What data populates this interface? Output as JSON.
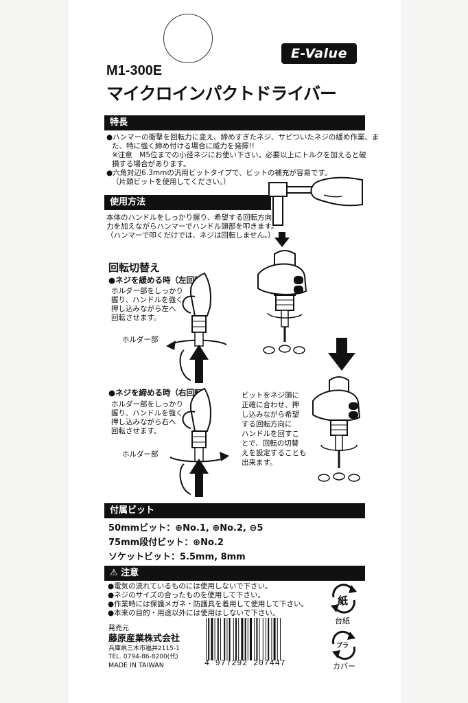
{
  "logo": "E-Value",
  "model": "M1-300E",
  "title": "マイクロインパクトドライバー",
  "features": {
    "heading": "特長",
    "lines": [
      "●ハンマーの衝撃を回転力に変え、締めすぎたネジ、サビついたネジの緩め作業、ま",
      "た、特に強く締め付ける場合に威力を発揮!!",
      "※注意　M5位までの小径ネジにお使い下さい。必要以上にトルクを加えると破",
      "損する場合があります。",
      "●六角対辺6.3mmの汎用ビットタイプで、ビットの補充が容易です。",
      "（片頭ビットを使用してください。）"
    ]
  },
  "usage": {
    "heading": "使用方法",
    "lines": [
      "本体のハンドルをしっかり握り、希望する回転方向に",
      "力を加えながらハンマーでハンドル頭部を叩きます。",
      "（ハンマーで叩くだけでは、ネジは回転しません。）"
    ]
  },
  "rotation": {
    "heading": "回転切替え",
    "loosen": {
      "title": "●ネジを緩める時（左回転）",
      "lines": [
        "ホルダー部をしっかり",
        "握り、ハンドルを強く",
        "押し込みながら左へ",
        "回転させます。"
      ],
      "holder_label": "ホルダー部"
    },
    "tighten": {
      "title": "●ネジを締める時（右回転）",
      "lines": [
        "ホルダー部をしっかり",
        "握り、ハンドルを強く",
        "押し込みながら右へ",
        "回転させます。"
      ],
      "holder_label": "ホルダー部"
    },
    "note_lines": [
      "ビットをネジ頭に",
      "正確に合わせ、押",
      "し込みながら希望",
      "する回転方向に",
      "ハンドルを回すこ",
      "とで、回転の切替",
      "えを設定することも",
      "出来ます。"
    ]
  },
  "included": {
    "heading": "付属ビット",
    "lines": [
      "50mmビット：⊕No.1, ⊕No.2, ⊖5",
      "75mm段付ビット：⊕No.2",
      "ソケットビット：5.5mm, 8mm"
    ]
  },
  "caution": {
    "heading": "⚠ 注意",
    "lines": [
      "●電気の流れているものには使用しないで下さい。",
      "●ネジのサイズの合ったものを使用して下さい。",
      "●作業時には保護メガネ・防護具を着用して使用して下さい。",
      "●本来の目的・用途以外には使用はしないで下さい。"
    ]
  },
  "recycle": {
    "paper_symbol": "紙",
    "paper_label": "台紙",
    "plastic_symbol": "プラ",
    "plastic_label": "カバー"
  },
  "seller": {
    "label": "発売元",
    "company": "藤原産業株式会社",
    "address": "兵庫県三木市福井2115-1",
    "tel": "TEL. 0794-86-8200(代)",
    "origin": "MADE IN TAIWAN"
  },
  "barcode_number": "4 977292 207447"
}
